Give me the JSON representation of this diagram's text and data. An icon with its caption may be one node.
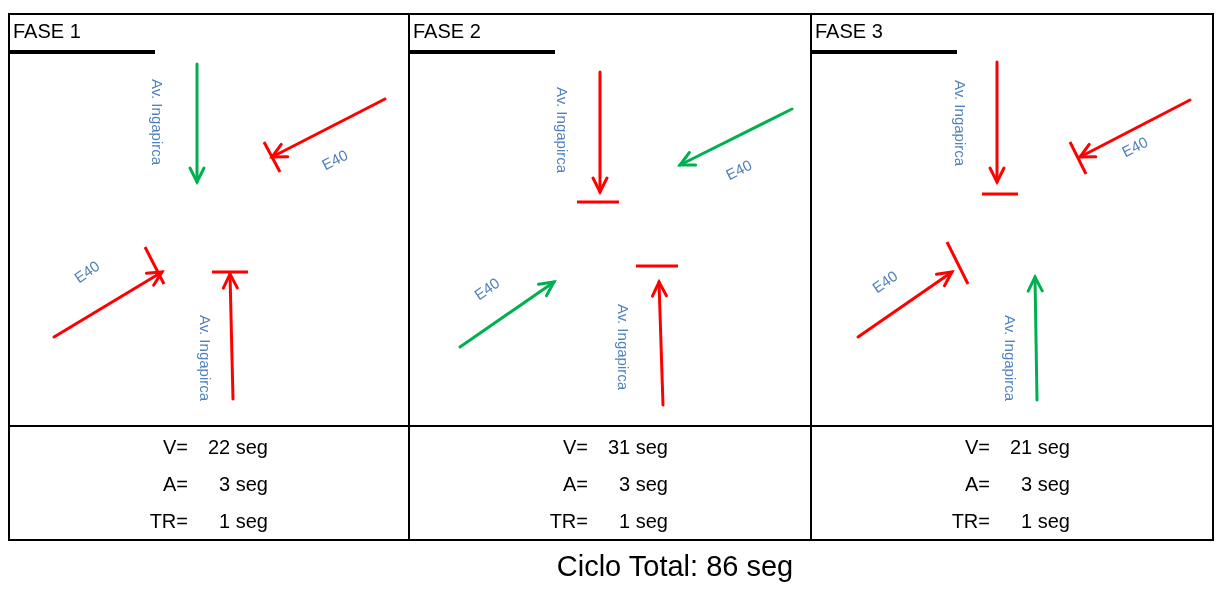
{
  "diagram": {
    "caption": "Ciclo Total: 86 seg",
    "nodes": [
      {
        "text": [
          "FASE 1"
        ]
      },
      {
        "text": [
          "FASE 2"
        ]
      },
      {
        "text": [
          "FASE 3"
        ]
      }
    ],
    "labels": [
      "Av. Ingapirca",
      "E40",
      "E40",
      "Av. Ingapirca",
      "V=",
      "22 seg",
      "A=",
      "3 seg",
      "TR=",
      "1 seg",
      "Av. Ingapirca",
      "E40",
      "E40",
      "Av. Ingapirca",
      "V=",
      "31 seg",
      "A=",
      "3 seg",
      "TR=",
      "1 seg",
      "Av. Ingapirca",
      "E40",
      "E40",
      "Av. Ingapirca",
      "V=",
      "21 seg",
      "A=",
      "3 seg",
      "TR=",
      "1 seg"
    ]
  }
}
